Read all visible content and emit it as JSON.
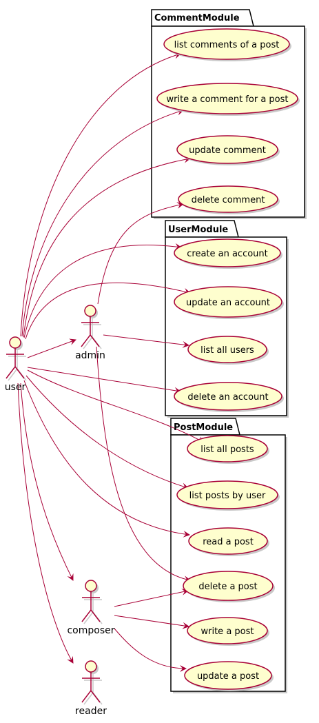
{
  "colors": {
    "usecase_fill": "#FEFECE",
    "border": "#A80036",
    "edge": "#A80036",
    "package_border": "#000000",
    "shadow": "#C9C9C9"
  },
  "packages": [
    {
      "id": "comment",
      "title": "CommentModule"
    },
    {
      "id": "user",
      "title": "UserModule"
    },
    {
      "id": "post",
      "title": "PostModule"
    }
  ],
  "actors": [
    {
      "id": "user",
      "label": "user"
    },
    {
      "id": "admin",
      "label": "admin"
    },
    {
      "id": "composer",
      "label": "composer"
    },
    {
      "id": "reader",
      "label": "reader"
    }
  ],
  "usecases": [
    {
      "id": "list_comments",
      "label": "list comments of a post",
      "package": "comment"
    },
    {
      "id": "write_comment",
      "label": "write a comment for a post",
      "package": "comment"
    },
    {
      "id": "update_comment",
      "label": "update comment",
      "package": "comment"
    },
    {
      "id": "delete_comment",
      "label": "delete comment",
      "package": "comment"
    },
    {
      "id": "create_account",
      "label": "create an account",
      "package": "user"
    },
    {
      "id": "update_account",
      "label": "update an account",
      "package": "user"
    },
    {
      "id": "list_users",
      "label": "list all users",
      "package": "user"
    },
    {
      "id": "delete_account",
      "label": "delete an account",
      "package": "user"
    },
    {
      "id": "list_posts",
      "label": "list all posts",
      "package": "post"
    },
    {
      "id": "list_posts_user",
      "label": "list posts by user",
      "package": "post"
    },
    {
      "id": "read_post",
      "label": "read a post",
      "package": "post"
    },
    {
      "id": "delete_post",
      "label": "delete a post",
      "package": "post"
    },
    {
      "id": "write_post",
      "label": "write a post",
      "package": "post"
    },
    {
      "id": "update_post",
      "label": "update a post",
      "package": "post"
    }
  ],
  "edges": [
    {
      "from": "user",
      "to": "list_comments"
    },
    {
      "from": "user",
      "to": "write_comment"
    },
    {
      "from": "user",
      "to": "update_comment"
    },
    {
      "from": "admin",
      "to": "delete_comment"
    },
    {
      "from": "user",
      "to": "create_account"
    },
    {
      "from": "user",
      "to": "update_account"
    },
    {
      "from": "user",
      "to": "admin"
    },
    {
      "from": "admin",
      "to": "list_users"
    },
    {
      "from": "user",
      "to": "delete_account"
    },
    {
      "from": "user",
      "to": "list_posts"
    },
    {
      "from": "user",
      "to": "list_posts_user"
    },
    {
      "from": "user",
      "to": "read_post"
    },
    {
      "from": "admin",
      "to": "delete_post"
    },
    {
      "from": "user",
      "to": "composer"
    },
    {
      "from": "user",
      "to": "reader"
    },
    {
      "from": "composer",
      "to": "delete_post"
    },
    {
      "from": "composer",
      "to": "write_post"
    },
    {
      "from": "composer",
      "to": "update_post"
    }
  ]
}
